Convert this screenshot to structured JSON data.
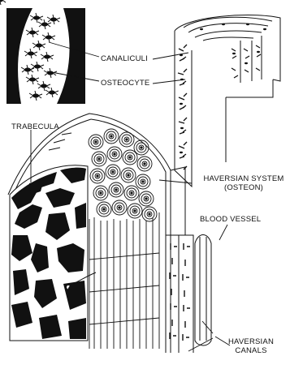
{
  "diagram": {
    "labels": {
      "canaliculi": "CANALICULI",
      "osteocyte": "OSTEOCYTE",
      "trabecula": "TRABECULA",
      "haversian_system_line1": "HAVERSIAN SYSTEM",
      "haversian_system_line2": "(OSTEON)",
      "blood_vessel": "BLOOD VESSEL",
      "haversian_canals_line1": "HAVERSIAN",
      "haversian_canals_line2": "CANALS"
    },
    "colors": {
      "ink": "#111111",
      "paper": "#ffffff"
    }
  }
}
